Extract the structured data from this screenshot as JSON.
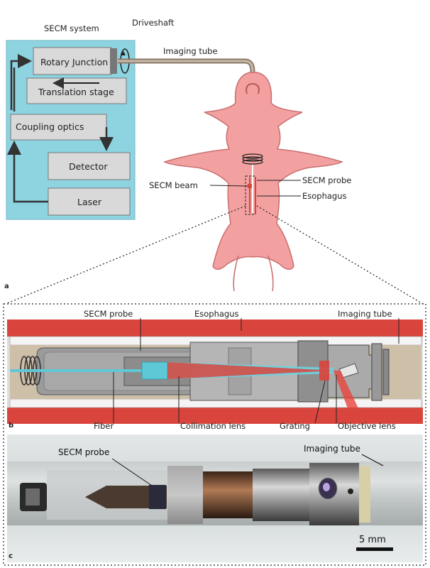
{
  "panel_a": {
    "system_title": "SECM system",
    "driveshaft": "Driveshaft",
    "imaging_tube": "Imaging tube",
    "rotary_junction": "Rotary Junction",
    "translation_stage": "Translation stage",
    "coupling_optics": "Coupling optics",
    "detector": "Detector",
    "laser": "Laser",
    "secm_beam": "SECM beam",
    "secm_probe": "SECM probe",
    "esophagus": "Esophagus",
    "panel_letter": "a"
  },
  "panel_b": {
    "secm_probe": "SECM probe",
    "esophagus": "Esophagus",
    "imaging_tube": "Imaging tube",
    "fiber": "Fiber",
    "collimation_lens": "Collimation lens",
    "grating": "Grating",
    "objective_lens": "Objective lens",
    "panel_letter": "b"
  },
  "panel_c": {
    "secm_probe": "SECM probe",
    "imaging_tube": "Imaging tube",
    "scale_bar": "5 mm",
    "panel_letter": "c"
  },
  "colors": {
    "system_box": "#8dd3e0",
    "animal": "#f3a0a0",
    "esophagus_wall": "#d9453d",
    "beam": "#5fc8d6"
  }
}
